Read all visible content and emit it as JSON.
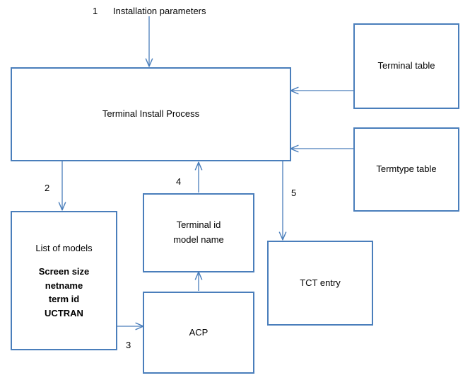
{
  "diagram": {
    "title_label": "Installation parameters",
    "stroke_color": "#4a7ebb",
    "text_color": "#000000",
    "background": "#ffffff",
    "nodes": {
      "terminal_install_process": "Terminal Install Process",
      "terminal_table": "Terminal table",
      "termtype_table": "Termtype table",
      "list_of_models_line1": "List of models",
      "list_of_models_line2": "Screen size",
      "list_of_models_line3": "netname",
      "list_of_models_line4": "term id",
      "list_of_models_line5": "UCTRAN",
      "terminal_id_line1": "Terminal id",
      "terminal_id_line2": "model name",
      "acp": "ACP",
      "tct_entry": "TCT entry"
    },
    "edge_numbers": {
      "one": "1",
      "two": "2",
      "three": "3",
      "four": "4",
      "five": "5"
    }
  }
}
